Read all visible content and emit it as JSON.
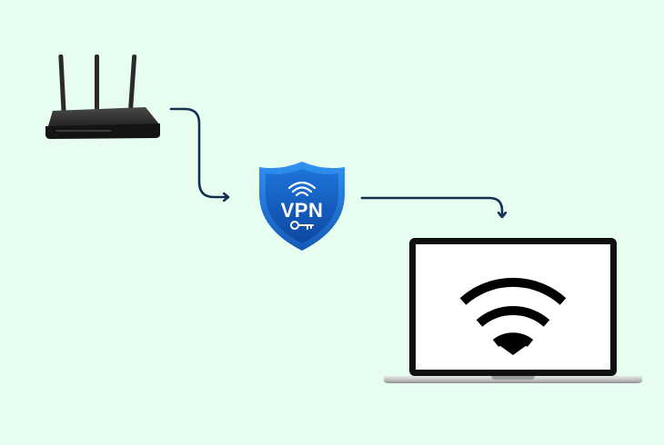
{
  "diagram": {
    "background": "#e6fdf0",
    "connector_color": "#123152",
    "nodes": {
      "router": {
        "icon": "wifi-router-icon",
        "color": "#1f1f1f"
      },
      "vpn": {
        "icon": "vpn-shield-icon",
        "label": "VPN",
        "color": "#1565c0",
        "accent": "#2e8ff0"
      },
      "laptop": {
        "icon": "laptop-icon",
        "screen_icon": "wifi-signal-icon",
        "color": "#111111"
      }
    },
    "edges": [
      {
        "from": "router",
        "to": "vpn"
      },
      {
        "from": "vpn",
        "to": "laptop"
      }
    ]
  }
}
